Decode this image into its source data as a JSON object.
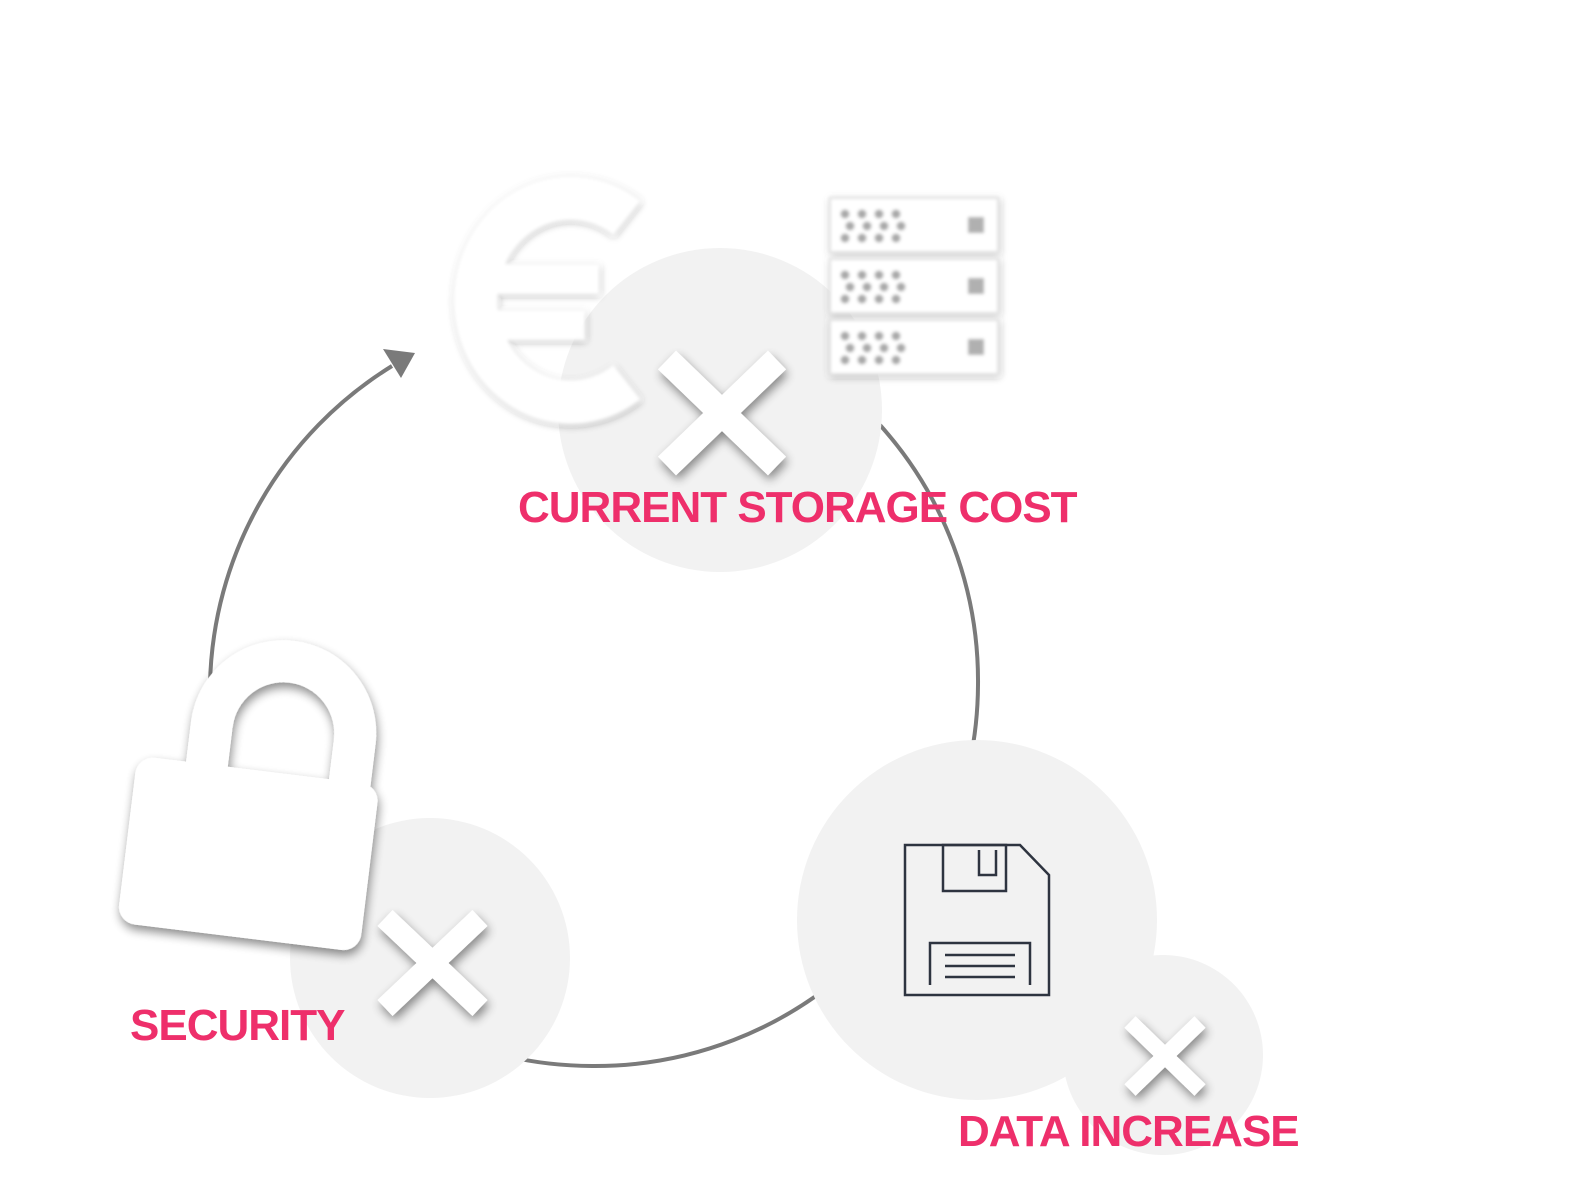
{
  "labels": {
    "storage": "CURRENT STORAGE COST",
    "security": "SECURITY",
    "data": "DATA INCREASE"
  },
  "colors": {
    "label": "#ee2f6b",
    "circle": "#f2f2f2",
    "cycle": "#7a7a7a",
    "icon_fill": "#ffffff",
    "icon_line": "#2e3440"
  },
  "icons": {
    "currency": "euro-icon",
    "storage": "server-rack-icon",
    "security": "padlock-icon",
    "data": "floppy-disk-icon",
    "status": "cross-icon"
  }
}
